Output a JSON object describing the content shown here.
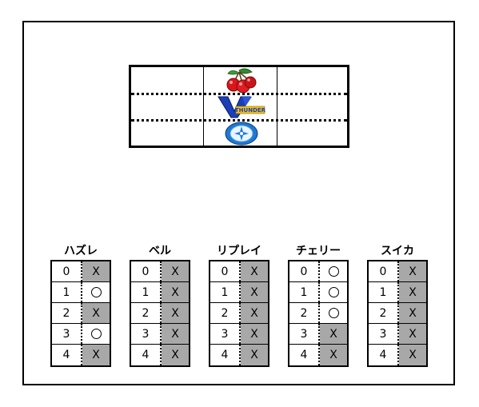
{
  "reel": {
    "symbols": [
      {
        "icon": "cherry-icon"
      },
      {
        "icon": "thunder-v-logo-icon",
        "logo_text": "THUNDER"
      },
      {
        "icon": "blue-seven-emblem-icon"
      }
    ]
  },
  "tables": [
    {
      "title": "ハズレ",
      "rows": [
        {
          "num": "0",
          "mark": "X"
        },
        {
          "num": "1",
          "mark": "O"
        },
        {
          "num": "2",
          "mark": "X"
        },
        {
          "num": "3",
          "mark": "O"
        },
        {
          "num": "4",
          "mark": "X"
        }
      ]
    },
    {
      "title": "ベル",
      "rows": [
        {
          "num": "0",
          "mark": "X"
        },
        {
          "num": "1",
          "mark": "X"
        },
        {
          "num": "2",
          "mark": "X"
        },
        {
          "num": "3",
          "mark": "X"
        },
        {
          "num": "4",
          "mark": "X"
        }
      ]
    },
    {
      "title": "リプレイ",
      "rows": [
        {
          "num": "0",
          "mark": "X"
        },
        {
          "num": "1",
          "mark": "X"
        },
        {
          "num": "2",
          "mark": "X"
        },
        {
          "num": "3",
          "mark": "X"
        },
        {
          "num": "4",
          "mark": "X"
        }
      ]
    },
    {
      "title": "チェリー",
      "rows": [
        {
          "num": "0",
          "mark": "O"
        },
        {
          "num": "1",
          "mark": "O"
        },
        {
          "num": "2",
          "mark": "O"
        },
        {
          "num": "3",
          "mark": "X"
        },
        {
          "num": "4",
          "mark": "X"
        }
      ]
    },
    {
      "title": "スイカ",
      "rows": [
        {
          "num": "0",
          "mark": "X"
        },
        {
          "num": "1",
          "mark": "X"
        },
        {
          "num": "2",
          "mark": "X"
        },
        {
          "num": "3",
          "mark": "X"
        },
        {
          "num": "4",
          "mark": "X"
        }
      ]
    }
  ],
  "colors": {
    "x_cell": "#a8a8a8",
    "border": "#000000"
  }
}
